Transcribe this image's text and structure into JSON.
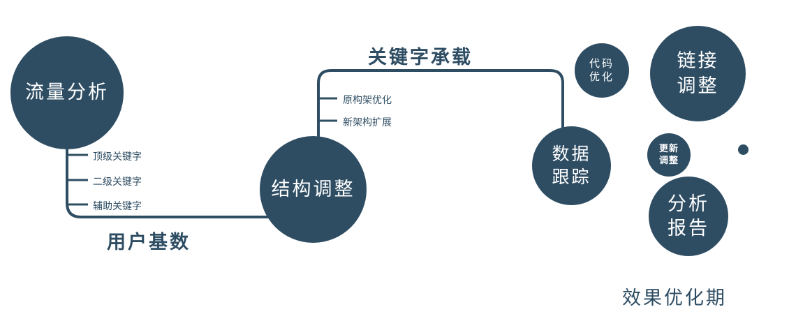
{
  "colors": {
    "primary": "#2e4d63",
    "text_on_node": "#ffffff",
    "background": "#ffffff"
  },
  "nodes": {
    "traffic": {
      "label": "流量分析"
    },
    "structure": {
      "label": "结构调整"
    },
    "data_tracking": {
      "line1": "数据",
      "line2": "跟踪"
    },
    "code_optimization": {
      "line1": "代码",
      "line2": "优化"
    },
    "link_adjustment": {
      "line1": "链接",
      "line2": "调整"
    },
    "update_adjustment": {
      "line1": "更新",
      "line2": "调整"
    },
    "analysis_report": {
      "line1": "分析",
      "line2": "报告"
    }
  },
  "edges": {
    "user_base_label": "用户基数",
    "keyword_carry_label": "关键字承载"
  },
  "branches": {
    "traffic": [
      "顶级关键字",
      "二级关键字",
      "辅助关键字"
    ],
    "structure": [
      "原构架优化",
      "新架构扩展"
    ]
  },
  "footer": {
    "label": "效果优化期"
  }
}
